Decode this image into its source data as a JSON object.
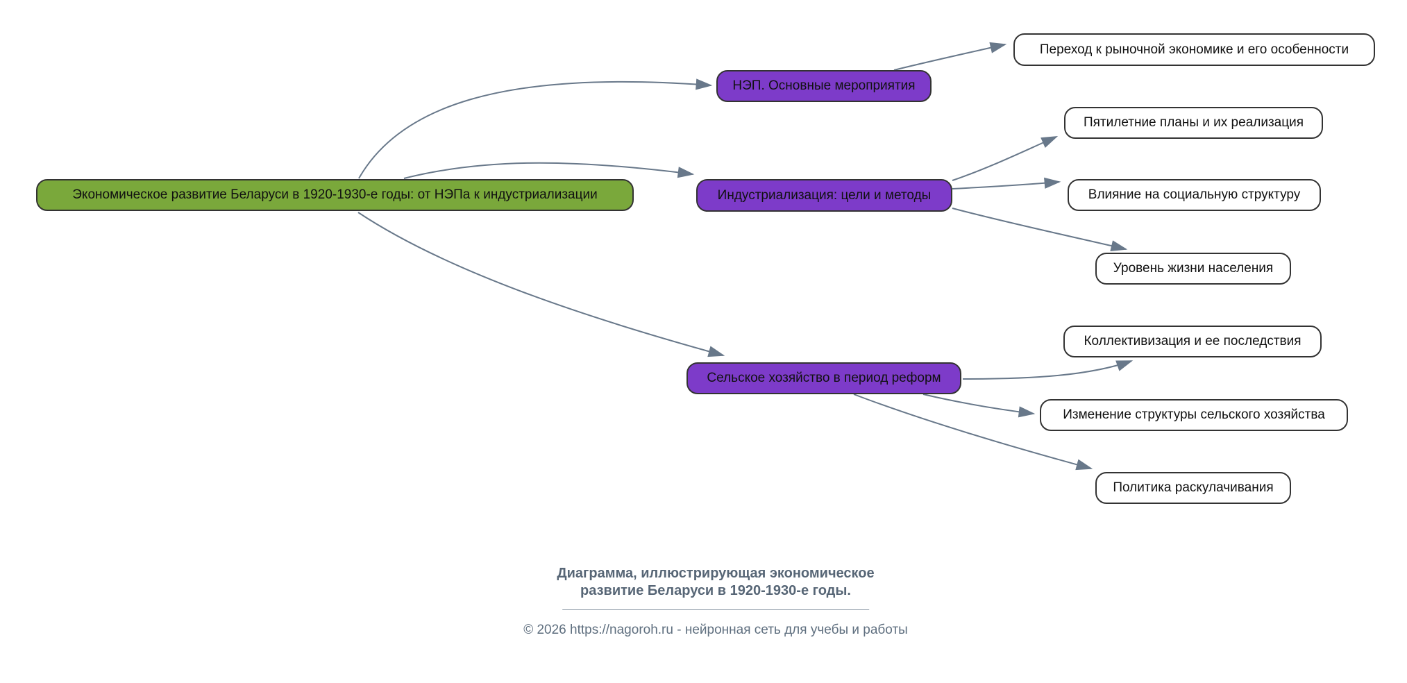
{
  "diagram": {
    "type": "mindmap-flowchart",
    "root": {
      "label": "Экономическое развитие Беларуси в 1920-1930-е годы: от НЭПа к индустриализации"
    },
    "branches": [
      {
        "label": "НЭП. Основные мероприятия",
        "children": [
          "Переход к рыночной экономике и его особенности"
        ]
      },
      {
        "label": "Индустриализация: цели и методы",
        "children": [
          "Пятилетние планы и их реализация",
          "Влияние на социальную структуру",
          "Уровень жизни населения"
        ]
      },
      {
        "label": "Сельское хозяйство в период реформ",
        "children": [
          "Коллективизация и ее последствия",
          "Изменение структуры сельского хозяйства",
          "Политика раскулачивания"
        ]
      }
    ]
  },
  "nodes": {
    "root": {
      "label": "Экономическое развитие Беларуси в 1920-1930-е годы: от НЭПа к индустриализации"
    },
    "nep": {
      "label": "НЭП. Основные мероприятия"
    },
    "indus": {
      "label": "Индустриализация: цели и методы"
    },
    "selskoe": {
      "label": "Сельское хозяйство в период реформ"
    },
    "perekhod": {
      "label": "Переход к рыночной экономике и его особенности"
    },
    "pyatiletnie": {
      "label": "Пятилетние планы и их реализация"
    },
    "vliyanie": {
      "label": "Влияние на социальную структуру"
    },
    "uroven": {
      "label": "Уровень жизни населения"
    },
    "kollekt": {
      "label": "Коллективизация и ее последствия"
    },
    "izmenenie": {
      "label": "Изменение структуры сельского хозяйства"
    },
    "politika": {
      "label": "Политика раскулачивания"
    }
  },
  "caption": {
    "title_line1": "Диаграмма, иллюстрирующая экономическое",
    "title_line2": "развитие Беларуси в 1920-1930-е годы.",
    "copyright": "© 2026 https://nagoroh.ru - нейронная сеть для учебы и работы"
  },
  "colors": {
    "root_fill": "#7aa83b",
    "branch_fill": "#7d3bc9",
    "leaf_fill": "#ffffff",
    "node_border": "#333333",
    "node_text": "#111111",
    "edge": "#68788a",
    "caption_title": "#576676",
    "caption_copyright": "#5f6f7f",
    "background": "#ffffff"
  }
}
